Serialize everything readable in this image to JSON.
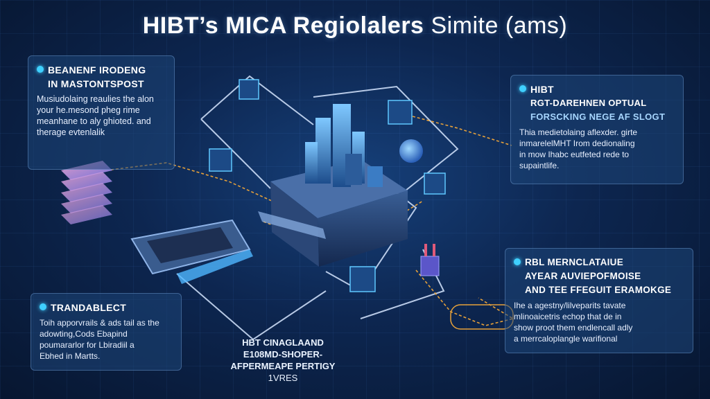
{
  "title": {
    "bold": "HIBT’s MICA Regiolalers",
    "light": "Simite (ams)"
  },
  "panels": {
    "top_left": {
      "heading": [
        "BEANENF IRODENG",
        "IN MASTONTSPOST"
      ],
      "lines": [
        "Musiudolaing reaulies the alon",
        "your he.mesond pheg rime",
        "meanhane to aly ghioted. and",
        "therage evtenlalik"
      ]
    },
    "top_right": {
      "heading": [
        "HIBT",
        "RGT-DAREHNEN OPTUAL",
        "FORSCKING NEGE AF SLOGT"
      ],
      "lines": [
        "Thia medietolaing aflexder. girte",
        "inmarelelMHT Irom dedionaling",
        "in mow Ihabc eutfeted rede to",
        "supaintlife."
      ]
    },
    "bottom_right": {
      "heading": [
        "RBL MERNCLATAIUE",
        "AYEAR AUVIEPOFMOISE",
        "AND TEE FFEGUIT ERAMOKGE"
      ],
      "lines": [
        "Ihe a agestny/lilveparits tavate",
        "mlinoaicetris echop that de in",
        "show proot them endlencall adly",
        "a merrcaloplangle warifional"
      ]
    },
    "bottom_left": {
      "heading": [
        "TRANDABLECT"
      ],
      "lines": [
        "Toih apporvrails & ads tail as the",
        "adowting,Cods Ebapind",
        "poumararlor for Lbiradiil a",
        "Ebhed in Martts."
      ]
    }
  },
  "center_label": [
    "HBT CINAGLAAND",
    "E108MD-SHOPER-",
    "AFPERMEAPE PERTIGY",
    "1VRES"
  ],
  "colors": {
    "accent": "#3fd0ff",
    "connector": "#e8a23a",
    "line": "#d6e6ff"
  }
}
